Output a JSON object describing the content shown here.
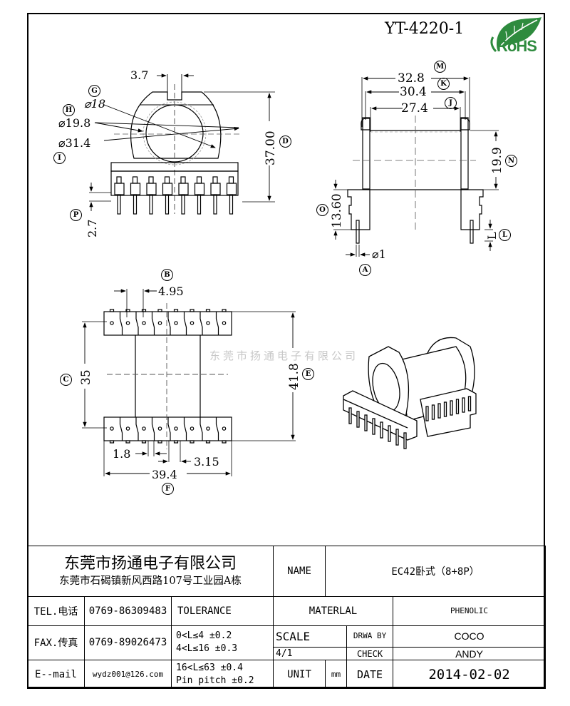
{
  "header": {
    "part_number": "YT-4220-1",
    "rohs_label": "RoHS",
    "rohs_color": "#2e8b3e"
  },
  "front_view": {
    "dimensions": {
      "slot_width": "3.7",
      "inner_diameter": "⌀18",
      "flange_diameter": "⌀19.8",
      "outer_diameter": "⌀31.4",
      "height": "37.00",
      "pin_standoff": "2.7"
    },
    "callouts": {
      "G": "G",
      "H": "H",
      "I": "I",
      "D": "D",
      "P": "P"
    },
    "pin_count": 8
  },
  "side_view": {
    "dimensions": {
      "overall_length": "32.8",
      "flange_outer": "30.4",
      "winding_width": "27.4",
      "winding_height": "19.9",
      "base_height": "13.60",
      "pin_diameter": "⌀1",
      "pin_length": "L"
    },
    "callouts": {
      "M": "M",
      "K": "K",
      "J": "J",
      "N": "N",
      "O": "O",
      "L": "L",
      "A": "A"
    }
  },
  "bottom_view": {
    "dimensions": {
      "pin_pitch": "4.95",
      "row_spacing": "35",
      "overall_depth": "41.8",
      "pin_offset": "1.8",
      "center_offset": "3.15",
      "overall_width": "39.4"
    },
    "callouts": {
      "B": "B",
      "C": "C",
      "E": "E",
      "F": "F"
    },
    "pins_per_row": 8
  },
  "watermark": "东莞市扬通电子有限公司",
  "title_block": {
    "company_name": "东莞市扬通电子有限公司",
    "company_address": "东莞市石碣镇新风西路107号工业园A栋",
    "name_label": "NAME",
    "name_value": "EC42卧式（8+8P）",
    "tel_label": "TEL.电话",
    "tel_value": "0769-86309483",
    "fax_label": "FAX.传真",
    "fax_value": "0769-89026473",
    "email_label": "E--mail",
    "email_value": "wydz001@126.com",
    "tolerance_label": "TOLERANCE",
    "tolerances": [
      "0<L≤4   ±0.2",
      "4<L≤16  ±0.3",
      "16<L≤63 ±0.4",
      "Pin pitch ±0.2"
    ],
    "material_label": "MATERLAL",
    "material_value": "PHENOLIC",
    "scale_label": "SCALE",
    "scale_value": "4/1",
    "drawn_by_label": "DRWA BY",
    "drawn_by_value": "COCO",
    "check_label": "CHECK",
    "check_value": "ANDY",
    "unit_label": "UNIT",
    "unit_value": "mm",
    "date_label": "DATE",
    "date_value": "2014-02-02"
  }
}
